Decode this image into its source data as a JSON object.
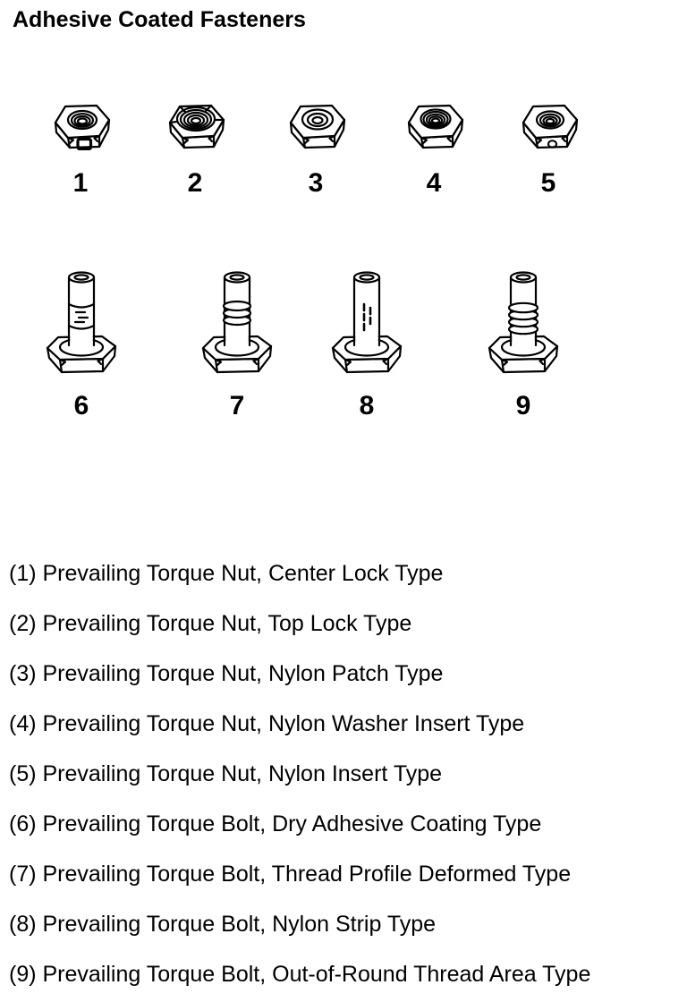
{
  "title": "Adhesive Coated Fasteners",
  "colors": {
    "ink": "#000000",
    "background": "#ffffff"
  },
  "figures": {
    "nuts": [
      {
        "number": "1",
        "icon": "center-lock-nut-icon"
      },
      {
        "number": "2",
        "icon": "top-lock-nut-icon"
      },
      {
        "number": "3",
        "icon": "nylon-patch-nut-icon"
      },
      {
        "number": "4",
        "icon": "nylon-washer-insert-nut-icon"
      },
      {
        "number": "5",
        "icon": "nylon-insert-nut-icon"
      }
    ],
    "bolts": [
      {
        "number": "6",
        "icon": "dry-adhesive-coating-bolt-icon"
      },
      {
        "number": "7",
        "icon": "thread-profile-deformed-bolt-icon"
      },
      {
        "number": "8",
        "icon": "nylon-strip-bolt-icon"
      },
      {
        "number": "9",
        "icon": "out-of-round-thread-bolt-icon"
      }
    ]
  },
  "legend": {
    "items": [
      "(1) Prevailing Torque Nut, Center Lock Type",
      "(2) Prevailing Torque Nut, Top Lock Type",
      "(3) Prevailing Torque Nut, Nylon Patch Type",
      "(4) Prevailing Torque Nut, Nylon Washer Insert Type",
      "(5) Prevailing Torque Nut, Nylon Insert Type",
      "(6) Prevailing Torque Bolt, Dry Adhesive Coating Type",
      "(7) Prevailing Torque Bolt, Thread Profile Deformed Type",
      "(8) Prevailing Torque Bolt, Nylon Strip Type",
      "(9) Prevailing Torque Bolt, Out-of-Round Thread Area Type"
    ]
  }
}
